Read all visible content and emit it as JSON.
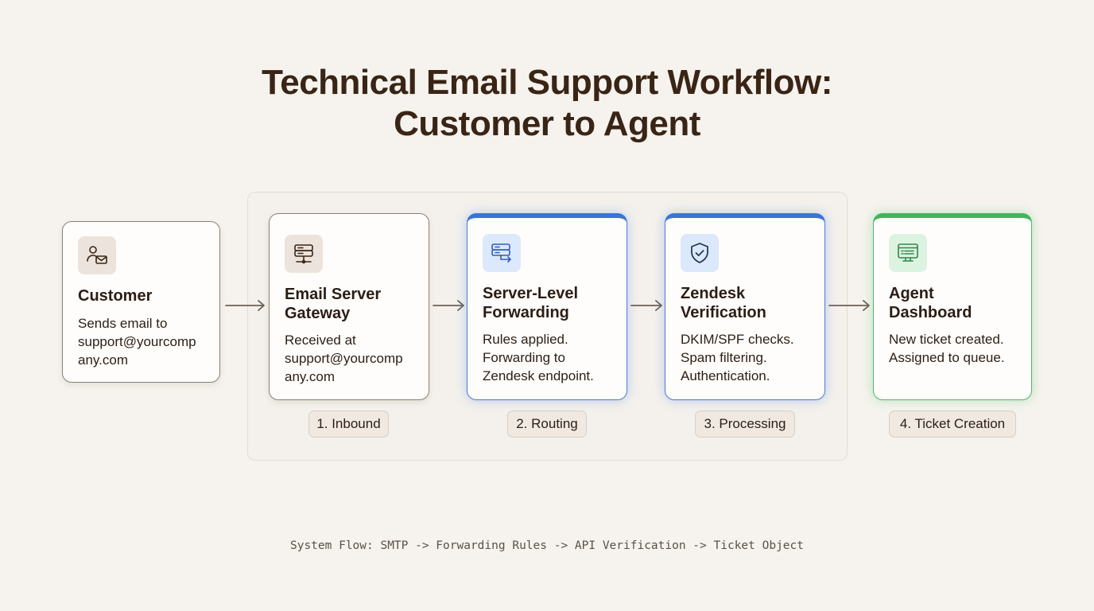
{
  "title": {
    "line1": "Technical Email Support Workflow:",
    "line2": "Customer to Agent"
  },
  "nodes": [
    {
      "title": "Customer",
      "desc_lines": [
        "Sends email to",
        "support@yourcomp",
        "any.com"
      ],
      "icon": "user-mail-icon"
    },
    {
      "title_lines": [
        "Email Server",
        "Gateway"
      ],
      "desc_lines": [
        "Received at",
        "support@yourcomp",
        "any.com"
      ],
      "icon": "server-icon"
    },
    {
      "title_lines": [
        "Server-Level",
        "Forwarding"
      ],
      "desc_lines": [
        "Rules applied.",
        "Forwarding to",
        "Zendesk endpoint."
      ],
      "icon": "server-forward-icon"
    },
    {
      "title_lines": [
        "Zendesk",
        "Verification"
      ],
      "desc_lines": [
        "DKIM/SPF checks.",
        "Spam filtering.",
        "Authentication."
      ],
      "icon": "shield-check-icon"
    },
    {
      "title_lines": [
        "Agent",
        "Dashboard"
      ],
      "desc_lines": [
        "New ticket created.",
        "Assigned to queue."
      ],
      "icon": "dashboard-icon"
    }
  ],
  "steps": [
    "1. Inbound",
    "2. Routing",
    "3. Processing",
    "4. Ticket Creation"
  ],
  "footer": "System Flow: SMTP -> Forwarding Rules -> API Verification -> Ticket Object",
  "colors": {
    "accent_blue": "#3b74d8",
    "accent_green": "#43b45e",
    "title": "#3a2415"
  }
}
